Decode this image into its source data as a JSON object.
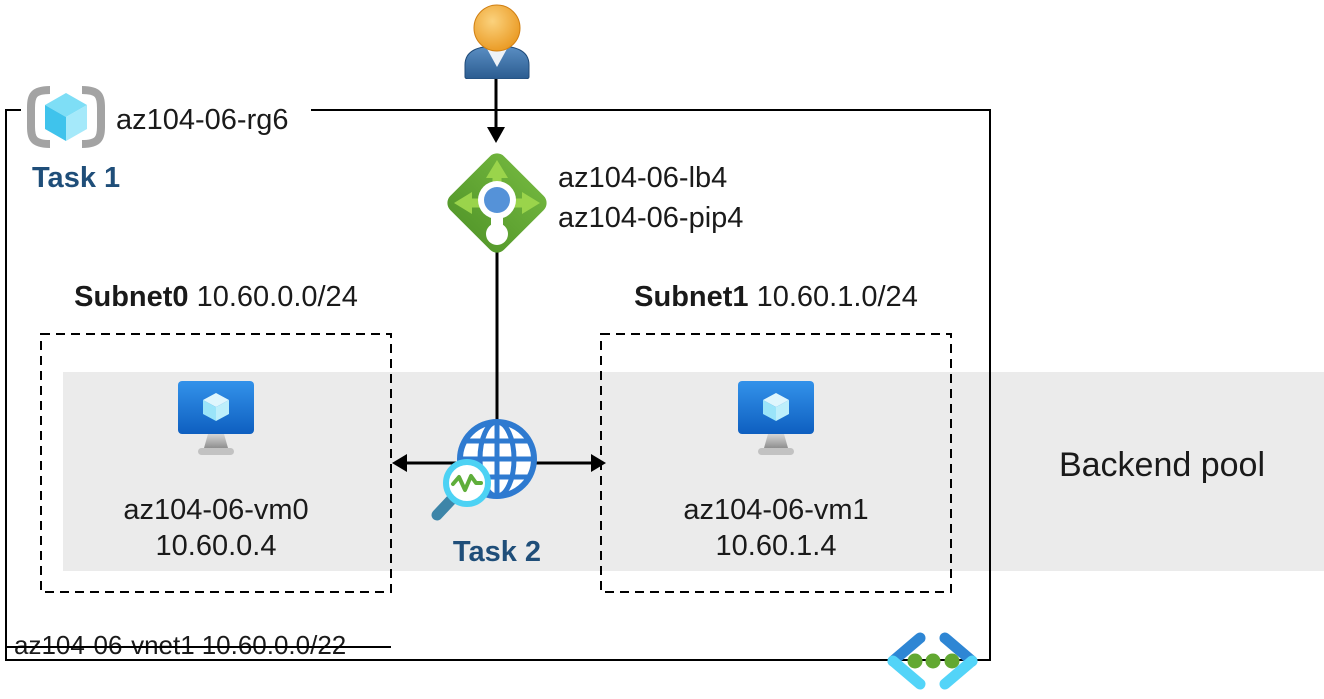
{
  "icons": [
    "user-icon",
    "resource-group-icon",
    "load-balancer-icon",
    "vm-icon",
    "globe-health-probe-icon",
    "virtual-network-icon"
  ],
  "colors": {
    "task_text": "#1f4e79",
    "backend_pool_band": "#ebebeb",
    "border": "#000000",
    "lb_diamond_green": "#62a832",
    "lb_arrow_green": "#9ad44b",
    "lb_center_blue": "#5592d8",
    "vm_screen_blue": "#1673c9",
    "globe_blue": "#2e7ad0",
    "magnifier_cyan": "#4dd2f4",
    "probe_pulse_green": "#5fae3a",
    "vnet_chevron_blue": "#2e86d4",
    "vnet_chevron_cyan": "#53d4f8",
    "vnet_dot_green": "#62a832",
    "rg_bracket_gray": "#a3a3a3",
    "rg_cube_cyan": "#3fc3ec",
    "user_head_orange": "#e8941a",
    "user_body_blue": "#2b5c90"
  },
  "diagram": {
    "resource_group": {
      "name": "az104-06-rg6"
    },
    "task1_label": "Task 1",
    "task2_label": "Task 2",
    "load_balancer": {
      "name": "az104-06-lb4",
      "public_ip": "az104-06-pip4"
    },
    "subnets": [
      {
        "name": "Subnet0",
        "cidr": "10.60.0.0/24",
        "vm_name": "az104-06-vm0",
        "vm_ip": "10.60.0.4"
      },
      {
        "name": "Subnet1",
        "cidr": "10.60.1.0/24",
        "vm_name": "az104-06-vm1",
        "vm_ip": "10.60.1.4"
      }
    ],
    "backend_pool_label": "Backend pool",
    "vnet": {
      "name": "az104-06-vnet1",
      "cidr": "10.60.0.0/22"
    }
  }
}
